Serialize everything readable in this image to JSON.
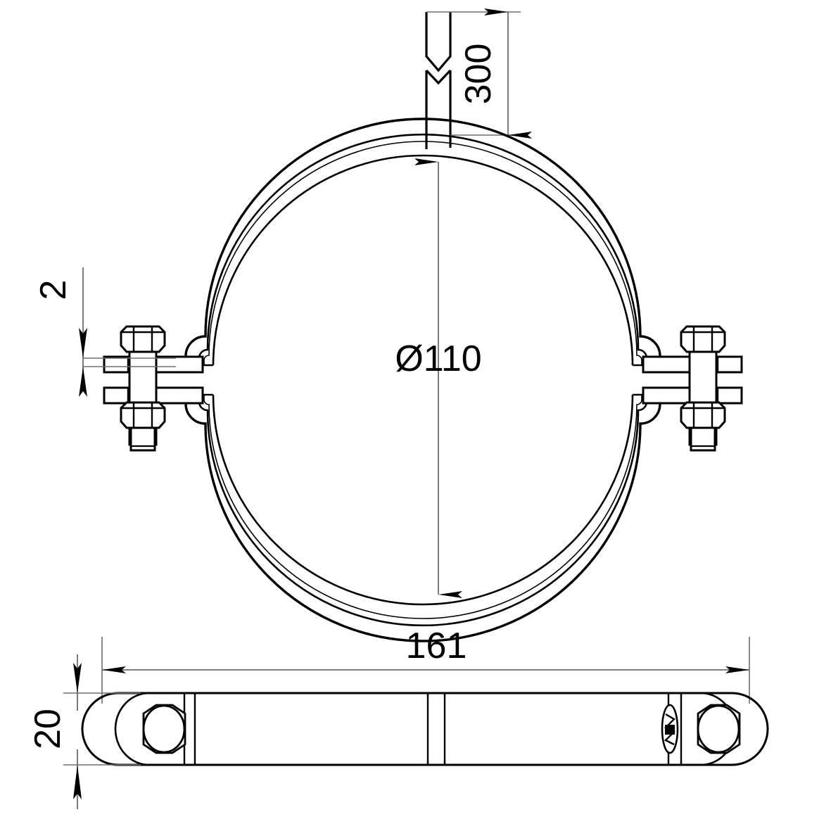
{
  "drawing": {
    "title": "Pipe clamp with threaded rod - technical drawing",
    "type": "engineering-line-drawing",
    "line_color": "#000000",
    "dim_line_color": "#6e6e6e",
    "background_color": "#ffffff",
    "views": [
      {
        "name": "elevation-view",
        "label": "front elevation of clamp ring"
      },
      {
        "name": "plan-view",
        "label": "bottom plan view of clamp flange"
      }
    ]
  },
  "dimensions": {
    "rod_length": "300",
    "gap": "2",
    "bore_diameter": "Ø110",
    "overall_width": "161",
    "flange_width": "20"
  },
  "components": {
    "threaded_rod": "threaded-rod-with-break-line",
    "clamp_band": "steel-clamp-band",
    "liner": "rubber-insert-liner",
    "left_bolt": "hex-bolt-and-nut-left",
    "right_bolt": "hex-bolt-and-nut-right",
    "weld_nut": "weld-nut-boss"
  }
}
